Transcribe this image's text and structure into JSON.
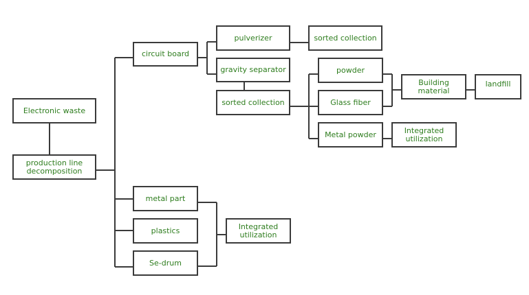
{
  "diagram": {
    "title": "",
    "text_color": "#2e7d1e",
    "line_color": "#3a3a3a",
    "nodes": {
      "electronic_waste": "Electronic waste",
      "production_line": "production line\ndecomposition",
      "circuit_board": "circuit board",
      "pulverizer": "pulverizer",
      "sorted_collection_1": "sorted collection",
      "gravity_separator": "gravity separator",
      "sorted_collection_2": "sorted collection",
      "powder": "powder",
      "glass_fiber": "Glass fiber",
      "metal_powder": "Metal powder",
      "building_material": "Building material",
      "landfill": "landfill",
      "integrated_utilization_1": "Integrated\nutilization",
      "metal_part": "metal part",
      "plastics": "plastics",
      "se_drum": "Se-drum",
      "integrated_utilization_2": "Integrated\nutilization"
    },
    "edges": [
      [
        "electronic_waste",
        "production_line"
      ],
      [
        "production_line",
        "circuit_board"
      ],
      [
        "production_line",
        "metal_part"
      ],
      [
        "production_line",
        "plastics"
      ],
      [
        "production_line",
        "se_drum"
      ],
      [
        "circuit_board",
        "pulverizer"
      ],
      [
        "circuit_board",
        "gravity_separator"
      ],
      [
        "pulverizer",
        "sorted_collection_1"
      ],
      [
        "gravity_separator",
        "sorted_collection_2"
      ],
      [
        "sorted_collection_2",
        "powder"
      ],
      [
        "sorted_collection_2",
        "glass_fiber"
      ],
      [
        "sorted_collection_2",
        "metal_powder"
      ],
      [
        "powder",
        "building_material"
      ],
      [
        "glass_fiber",
        "building_material"
      ],
      [
        "building_material",
        "landfill"
      ],
      [
        "metal_powder",
        "integrated_utilization_1"
      ],
      [
        "metal_part",
        "integrated_utilization_2"
      ],
      [
        "plastics",
        "integrated_utilization_2"
      ],
      [
        "se_drum",
        "integrated_utilization_2"
      ]
    ]
  }
}
